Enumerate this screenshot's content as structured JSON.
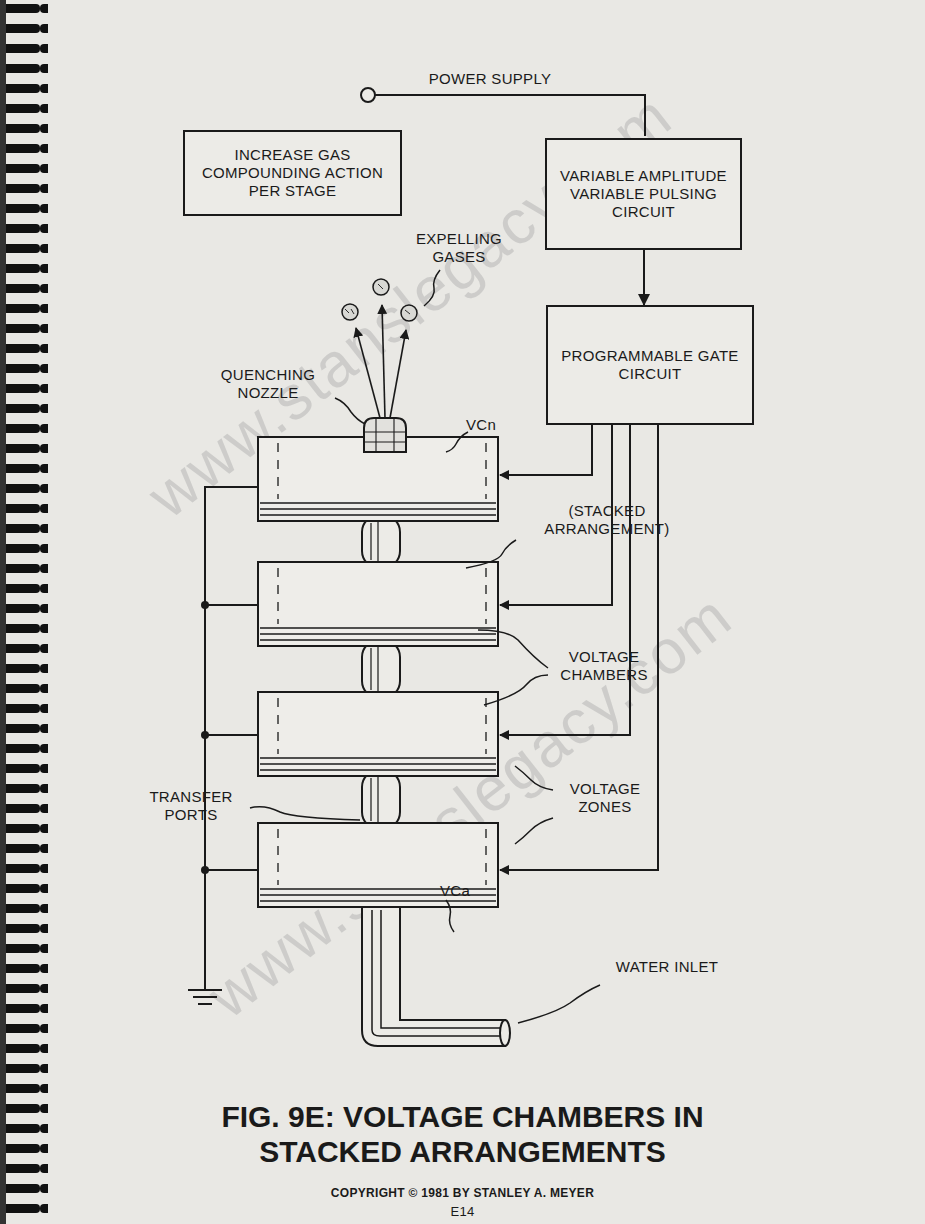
{
  "diagram": {
    "title": "FIG. 9E: VOLTAGE CHAMBERS IN STACKED ARRANGEMENTS",
    "nodes": [
      {
        "text": [
          "INCREASE GAS COMPOUNDING ACTION PER STAGE"
        ]
      },
      {
        "text": [
          "VARIABLE AMPLITUDE VARIABLE PULSING CIRCUIT"
        ]
      },
      {
        "text": [
          "PROGRAMMABLE GATE CIRCUIT"
        ]
      }
    ],
    "edges": [
      {
        "from": 1,
        "to": 2,
        "arrow": "to"
      }
    ],
    "labels": [
      "POWER SUPPLY",
      "EXPELLING GASES",
      "QUENCHING NOZZLE",
      "VCn",
      "(STACKED ARRANGEMENT)",
      "VOLTAGE CHAMBERS",
      "TRANSFER PORTS",
      "VOLTAGE ZONES",
      "VCa",
      "WATER INLET",
      "COPYRIGHT © 1981 BY STANLEY A. MEYER",
      "E14",
      "www.stanslegacy.com",
      "www.stanslegacy.com"
    ]
  }
}
